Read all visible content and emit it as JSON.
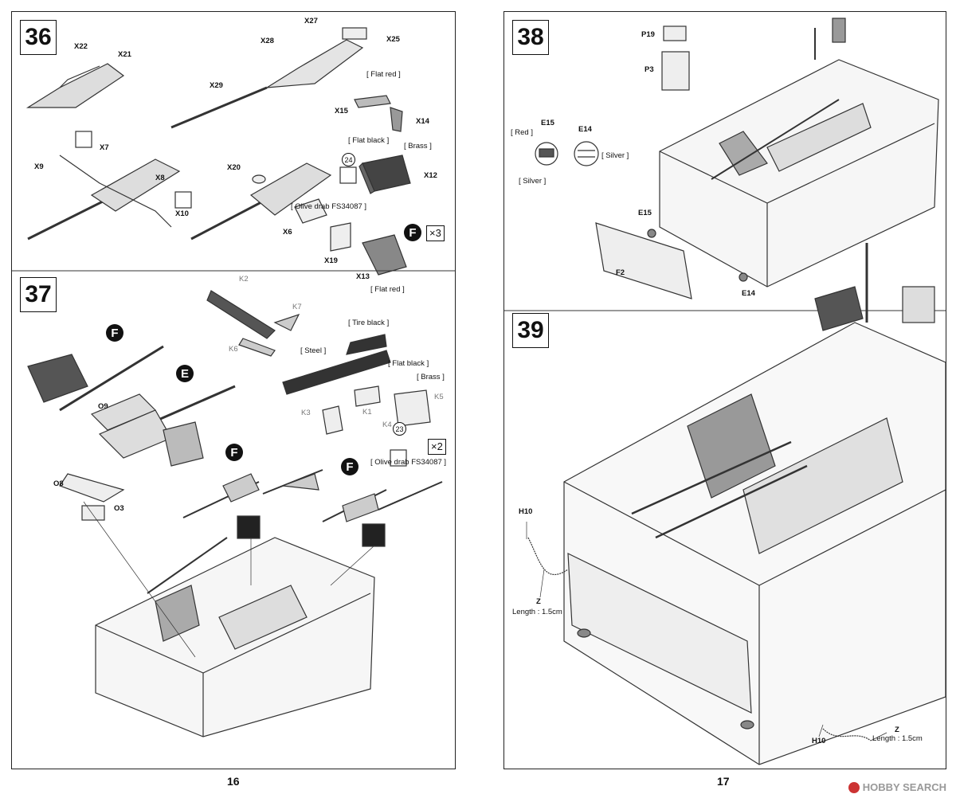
{
  "pages": {
    "left_number": "16",
    "right_number": "17"
  },
  "steps": {
    "s36": "36",
    "s37": "37",
    "s38": "38",
    "s39": "39"
  },
  "step36": {
    "parts": {
      "X22": "X22",
      "X21": "X21",
      "X27": "X27",
      "X28": "X28",
      "X25": "X25",
      "X29": "X29",
      "X15": "X15",
      "X14": "X14",
      "X7": "X7",
      "X9": "X9",
      "X8": "X8",
      "X10": "X10",
      "X20": "X20",
      "X12": "X12",
      "X6": "X6",
      "X19": "X19",
      "X13": "X13"
    },
    "paints": {
      "flat_red_1": "[ Flat red ]",
      "flat_black": "[ Flat black ]",
      "brass": "[ Brass ]",
      "olive": "[ Olive drab FS34087 ]",
      "flat_red_2": "[ Flat red ]"
    },
    "badge_f": "F",
    "mult": "×3",
    "circle_num": "24"
  },
  "step37": {
    "parts": {
      "K2": "K2",
      "K7": "K7",
      "K6": "K6",
      "K3": "K3",
      "K1": "K1",
      "K4": "K4",
      "K5": "K5",
      "O9": "O9",
      "O8": "O8",
      "O3": "O3"
    },
    "paints": {
      "tire_black": "[ Tire black ]",
      "steel": "[ Steel ]",
      "flat_black": "[ Flat black ]",
      "brass": "[ Brass ]",
      "olive": "[ Olive drab FS34087 ]"
    },
    "badge_f1": "F",
    "badge_e": "E",
    "badge_f2": "F",
    "badge_f3": "F",
    "mult": "×2",
    "circle_num": "23"
  },
  "step38": {
    "parts": {
      "P19": "P19",
      "P3": "P3",
      "E15a": "E15",
      "E14a": "E14",
      "E15b": "E15",
      "F2": "F2",
      "E14b": "E14"
    },
    "paints": {
      "red": "[ Red ]",
      "silver1": "[ Silver ]",
      "silver2": "[ Silver ]"
    }
  },
  "step39": {
    "parts": {
      "H10a": "H10",
      "Za": "Z",
      "len_a": "Length : 1.5cm",
      "Zb": "Z",
      "len_b": "Length : 1.5cm",
      "H10b": "H10"
    }
  },
  "watermark": "HOBBY SEARCH"
}
